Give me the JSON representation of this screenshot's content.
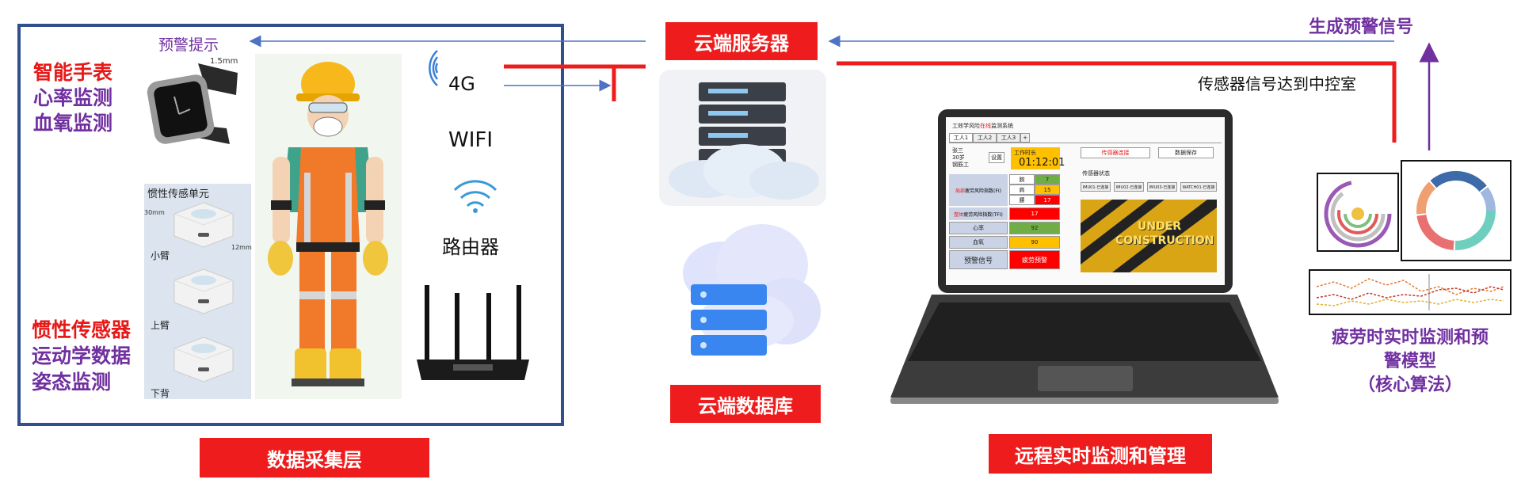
{
  "layers": {
    "data_collection": "数据采集层",
    "cloud_server": "云端服务器",
    "cloud_database": "云端数据库",
    "remote_monitoring": "远程实时监测和管理"
  },
  "left_panel": {
    "alert_hint": "预警提示",
    "smartwatch": {
      "title": "智能手表",
      "line1": "心率监测",
      "line2": "血氧监测",
      "dim": "1.5mm"
    },
    "imu_unit": {
      "title": "惯性传感单元",
      "dim_h": "30mm",
      "dim_w": "12mm",
      "forearm": "小臂",
      "upper_arm": "上臂",
      "lower_back": "下背"
    },
    "imu": {
      "title": "惯性传感器",
      "line1": "运动学数据",
      "line2": "姿态监测"
    },
    "net_4g": "4G",
    "wifi": "WIFI",
    "router": "路由器"
  },
  "right": {
    "generate_signal": "生成预警信号",
    "signal_to_center": "传感器信号达到中控室",
    "model_line1": "疲劳时实时监测和预",
    "model_line2": "警模型",
    "model_line3": "（核心算法）"
  },
  "laptop_ui": {
    "system_title_a": "工效学风险",
    "system_title_b": "在线",
    "system_title_c": "监测系统",
    "tabs": [
      "工人1",
      "工人2",
      "工人3",
      "+"
    ],
    "worker_name": "张三",
    "worker_age": "30岁",
    "worker_role": "钢筋工",
    "settings_btn": "设置",
    "work_time_label": "工作时长",
    "work_time": "01:12:01",
    "sensor_connect_btn": "传感器连接",
    "data_save_btn": "数据保存",
    "sensor_status": "传感器状态",
    "sensor_items": [
      "IMU01-已连接",
      "IMU02-已连接",
      "IMU03-已连接",
      "WATCH01-已连接"
    ],
    "local_label_a": "局部",
    "local_label_b": "疲劳风险指数(FI)",
    "parts": [
      "腕",
      "肩",
      "腰"
    ],
    "part_values": [
      "7",
      "15",
      "17"
    ],
    "overall_label_a": "整体",
    "overall_label_b": "疲劳风险指数(TFI)",
    "overall_value": "17",
    "heart_rate_label": "心率",
    "heart_rate": "92",
    "spo2_label": "血氧",
    "spo2": "90",
    "alert_label": "预警信号",
    "alert_value": "疲劳预警",
    "construction_line1": "UNDER",
    "construction_line2": "CONSTRUCTION"
  },
  "colors": {
    "accent_red": "#ee1c1c",
    "purple": "#7030a0",
    "frame_blue": "#2f4f8f",
    "arrow_blue": "#4f72c4"
  }
}
